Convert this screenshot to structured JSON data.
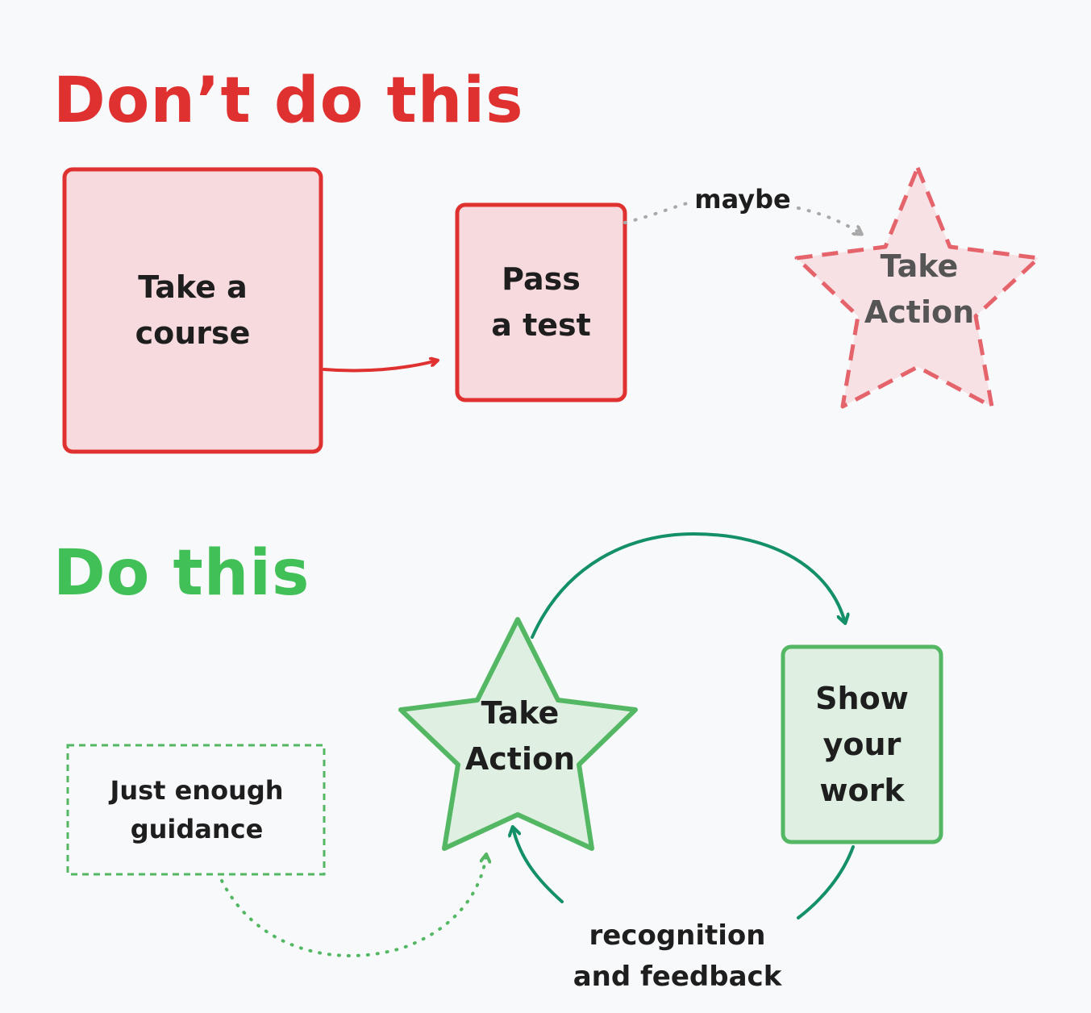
{
  "headings": {
    "dont": "Don’t do this",
    "do": "Do this"
  },
  "bad_path": {
    "course": [
      "Take a",
      "course"
    ],
    "test": [
      "Pass",
      "a test"
    ],
    "maybe": "maybe",
    "action": [
      "Take",
      "Action"
    ]
  },
  "good_path": {
    "action": [
      "Take",
      "Action"
    ],
    "show_work": [
      "Show",
      "your",
      "work"
    ],
    "guidance": [
      "Just enough",
      "guidance"
    ],
    "feedback": [
      "recognition",
      "and feedback"
    ]
  },
  "colors": {
    "bad_stroke": "#e03131",
    "bad_fill": "#f7dadd",
    "bad_dashed": "#e5636b",
    "good_stroke": "#54b764",
    "good_fill": "#dff0e2",
    "cycle_arrow": "#139068",
    "maybe_arrow": "#a8a8a8",
    "background": "#f8f9fb"
  }
}
